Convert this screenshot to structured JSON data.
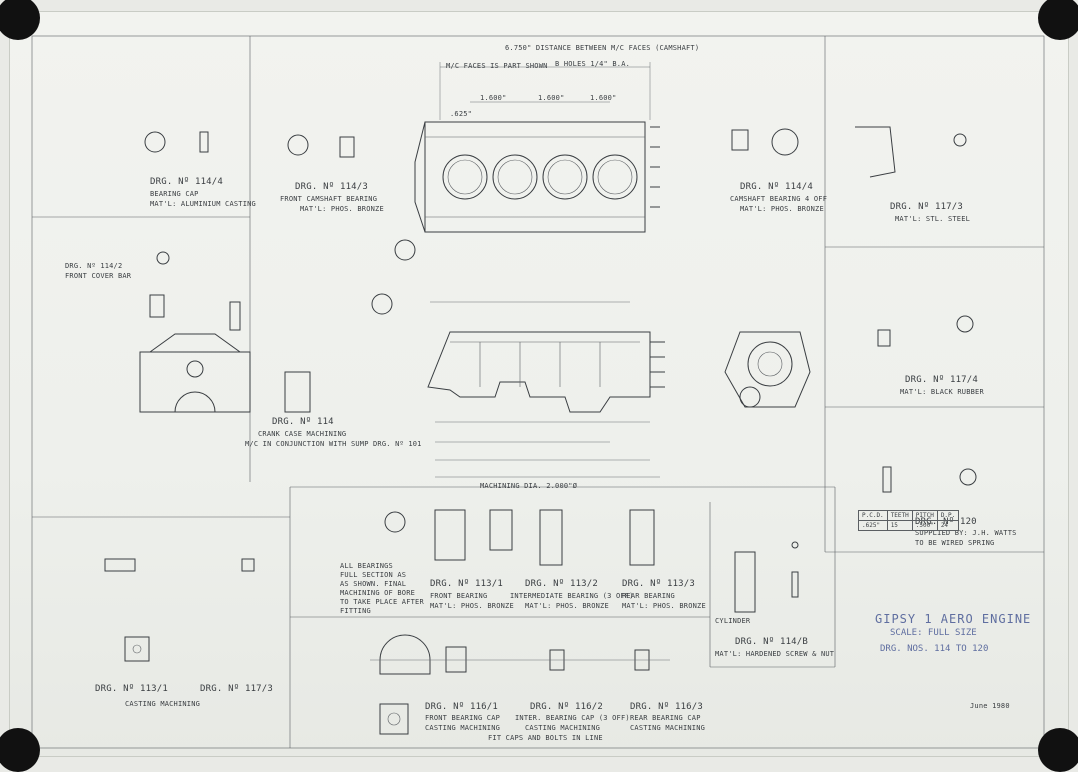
{
  "header": {
    "overall_dim": "6.750\" DISTANCE BETWEEN M/C FACES (CAMSHAFT)",
    "mc_faces": "M/C FACES IS PART SHOWN",
    "drill_note": "B HOLES 1/4\" B.A.",
    "dims": [
      "1.600\"",
      "1.600\"",
      "1.600\"",
      ".625\""
    ]
  },
  "panels": {
    "p1": {
      "drg": "DRG. Nº 114/4",
      "name": "BEARING CAP",
      "matl": "MAT'L: ALUMINIUM CASTING"
    },
    "p2": {
      "drg": "DRG. Nº 114/3",
      "name": "FRONT CAMSHAFT BEARING",
      "matl": "MAT'L: PHOS. BRONZE"
    },
    "p3": {
      "drg": "DRG. Nº 114/4",
      "name": "CAMSHAFT BEARING 4 OFF",
      "matl": "MAT'L: PHOS. BRONZE"
    },
    "p4": {
      "drg": "DRG. Nº 117/3",
      "name": "MAT'L: STL. STEEL"
    },
    "p5": {
      "drg": "DRG. Nº 114/2",
      "name": "FRONT COVER BAR"
    },
    "main": {
      "drg": "DRG. Nº 114",
      "name": "CRANK CASE MACHINING",
      "note": "M/C IN CONJUNCTION WITH SUMP DRG. Nº 101"
    },
    "p6": {
      "drg": "DRG. Nº 117/4",
      "name": "MAT'L: BLACK RUBBER"
    },
    "p7": {
      "drg": "DRG. Nº 120",
      "name": "SUPPLIED BY: J.H. WATTS",
      "note": "TO BE WIRED SPRING"
    },
    "p8": {
      "drg": "DRG. Nº 113/1",
      "name": "CASTING MACHINING",
      "drg2": "DRG. Nº 117/3"
    },
    "p9": {
      "drg": "DRG. Nº 113/1",
      "name": "FRONT BEARING",
      "matl": "MAT'L: PHOS. BRONZE"
    },
    "p10": {
      "drg": "DRG. Nº 113/2",
      "name": "INTERMEDIATE BEARING (3 OFF)",
      "matl": "MAT'L: PHOS. BRONZE"
    },
    "p11": {
      "drg": "DRG. Nº 113/3",
      "name": "REAR BEARING",
      "matl": "MAT'L: PHOS. BRONZE"
    },
    "p12": {
      "drg": "DRG. Nº 114/B",
      "name": "CYLINDER",
      "matl": "MAT'L: HARDENED SCREW & NUT"
    },
    "p13a": {
      "drg": "DRG. Nº 116/1",
      "name": "FRONT BEARING CAP",
      "note": "CASTING MACHINING"
    },
    "p13b": {
      "drg": "DRG. Nº 116/2",
      "name": "INTER. BEARING CAP (3 OFF)",
      "note": "CASTING MACHINING"
    },
    "p13c": {
      "drg": "DRG. Nº 116/3",
      "name": "REAR BEARING CAP",
      "note": "CASTING MACHINING"
    }
  },
  "notes": {
    "all_bearings": "ALL BEARINGS\nFULL SECTION AS\nAS SHOWN. FINAL\nMACHINING OF BORE\nTO TAKE PLACE AFTER\nFITTING",
    "machining_dia": "MACHINING DIA. 2.000\"Ø",
    "fit_caps": "FIT CAPS AND BOLTS IN LINE"
  },
  "spec_table": {
    "headers": [
      "P.C.D.",
      "TEETH",
      "PITCH",
      "D.P."
    ],
    "row": [
      ".625\"",
      "15",
      ".500\"",
      "24"
    ]
  },
  "title_block": {
    "line1": "GIPSY 1 AERO ENGINE",
    "line2": "SCALE: FULL SIZE",
    "line3": "DRG. NOS. 114 TO 120",
    "signature": "June 1980"
  }
}
